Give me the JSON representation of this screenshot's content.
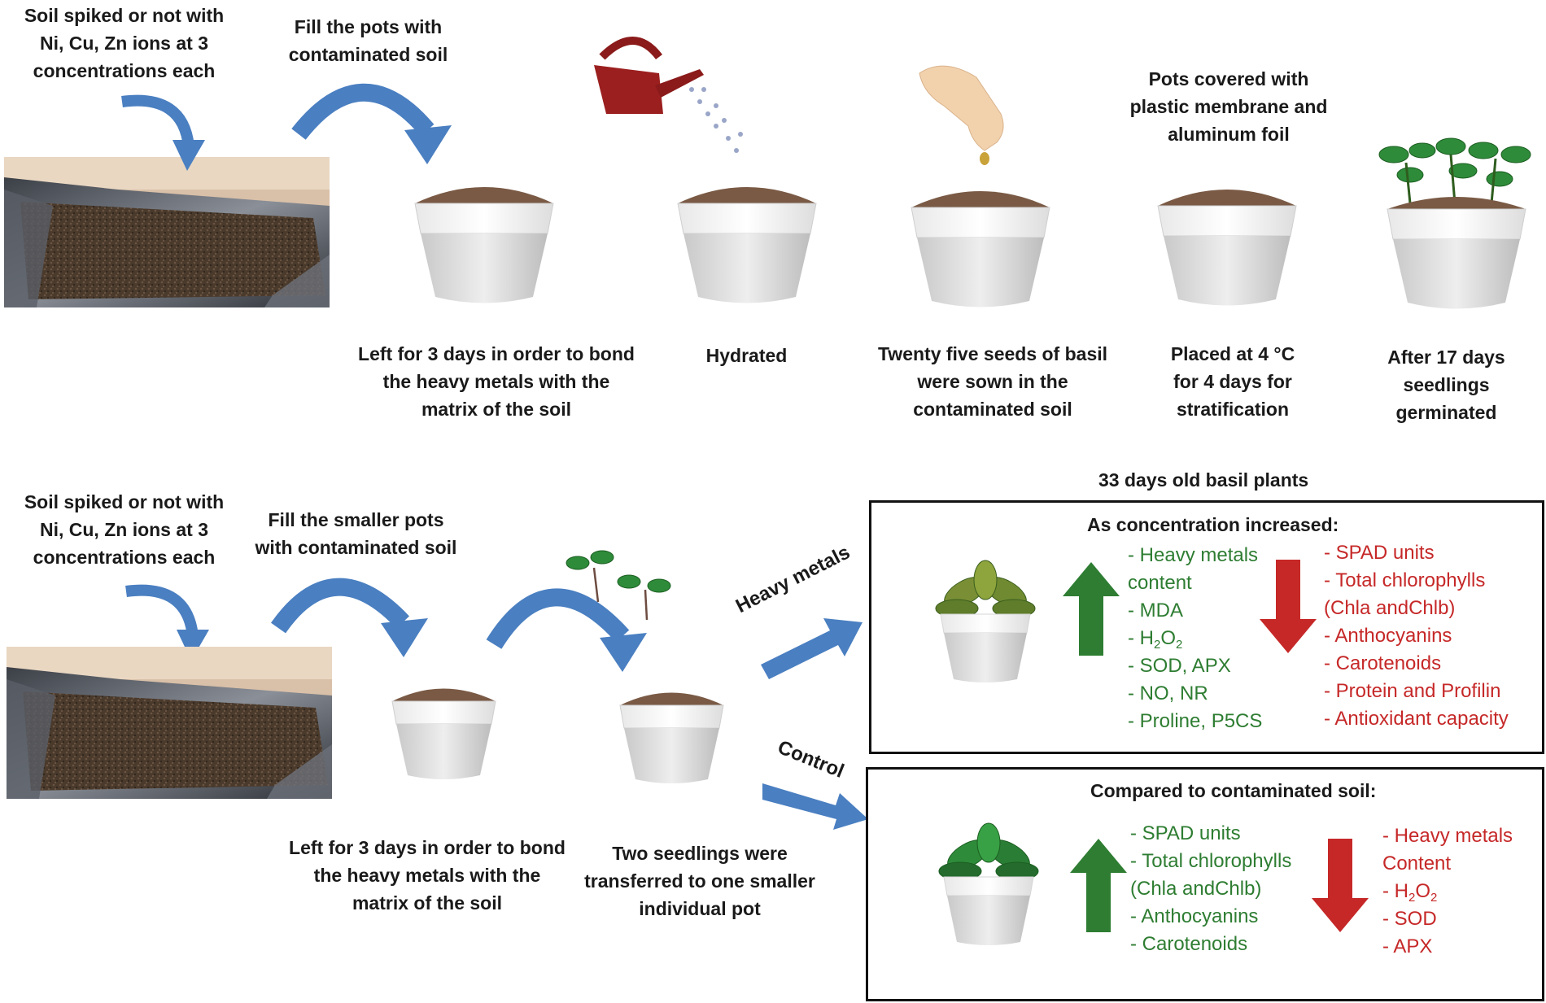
{
  "top_row": {
    "soil_caption": "Soil spiked or not with\nNi, Cu, Zn ions at 3\nconcentrations each",
    "fill_caption": "Fill the pots with\ncontaminated soil",
    "step1_caption": "Left for 3 days in order to bond\nthe heavy metals with the\nmatrix of the soil",
    "step2_caption": "Hydrated",
    "step3_caption": "Twenty five seeds of basil\nwere sown in the\ncontaminated soil",
    "step4_top_caption": "Pots covered with\nplastic membrane and\naluminum foil",
    "step4_caption": "Placed at 4 °C\nfor 4 days for\nstratification",
    "step5_caption": "After 17 days\nseedlings\ngerminated"
  },
  "bottom_row": {
    "soil_caption": "Soil spiked or not with\nNi, Cu, Zn ions at 3\nconcentrations each",
    "fill_caption": "Fill the smaller pots\nwith contaminated soil",
    "step1_caption": "Left for 3 days in order to bond\nthe heavy metals with the\nmatrix of the soil",
    "step2_caption": "Two seedlings were\ntransferred to one smaller\nindividual pot",
    "heavy_metals_label": "Heavy metals",
    "control_label": "Control",
    "plants_title": "33 days old  basil plants"
  },
  "box_heavy": {
    "title": "As concentration increased:",
    "increased": {
      "item_1": "- Heavy metals",
      "item_2": "content",
      "item_3": "- MDA",
      "item_4_prefix": "- H",
      "item_4_sub1": "2",
      "item_4_mid": "O",
      "item_4_sub2": "2",
      "item_5": "- SOD, APX",
      "item_6": "- NO, NR",
      "item_7": "- Proline, P5CS"
    },
    "decreased": [
      "- SPAD units",
      "- Total chlorophylls",
      "(Chla andChlb)",
      "- Anthocyanins",
      "- Carotenoids",
      "- Protein and Profilin",
      "- Antioxidant capacity"
    ]
  },
  "box_control": {
    "title": "Compared to contaminated soil:",
    "increased": [
      "- SPAD units",
      "- Total chlorophylls",
      "(Chla andChlb)",
      "- Anthocyanins",
      "- Carotenoids"
    ],
    "decreased": {
      "item_1": "- Heavy metals",
      "item_2": "Content",
      "item_3_prefix": "- H",
      "item_3_sub1": "2",
      "item_3_mid": "O",
      "item_3_sub2": "2",
      "item_4": "- SOD",
      "item_5": "- APX"
    }
  },
  "colors": {
    "increase": "#2e7d32",
    "decrease": "#c62828",
    "flow_arrow": "#4a7fc1",
    "soil": "#7a5a45",
    "pot": "#e3e3e3"
  }
}
